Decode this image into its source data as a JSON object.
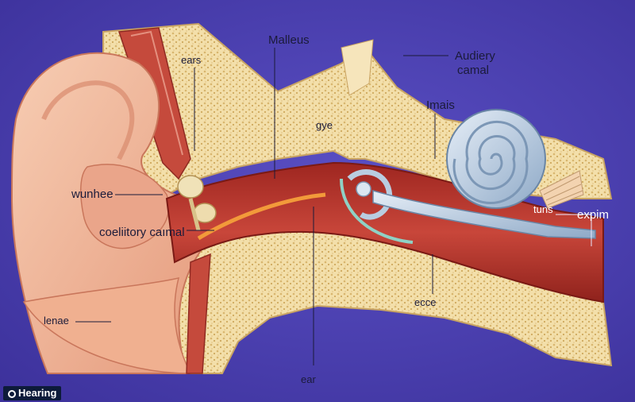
{
  "labels": {
    "malleus": "Malleus",
    "auditory_canal_line1": "Audiery",
    "auditory_canal_line2": "camal",
    "ears": "ears",
    "incus": "Imais",
    "gye": "gye",
    "wunhee": "wunhee",
    "canal": "coeliitory caımal",
    "tuns": "tuns",
    "expim": "expim",
    "lenae": "lenae",
    "ecce": "ecce",
    "ear": "ear"
  },
  "badge": {
    "icon": "copyright-icon",
    "text": "Hearing"
  },
  "colors": {
    "background": "#4a3fb0",
    "skin": "#f2b99a",
    "bone": "#f1dca6",
    "canal_red": "#b8332a",
    "cochlea": "#b9cde0",
    "badge_bg": "#0d1b3a"
  }
}
